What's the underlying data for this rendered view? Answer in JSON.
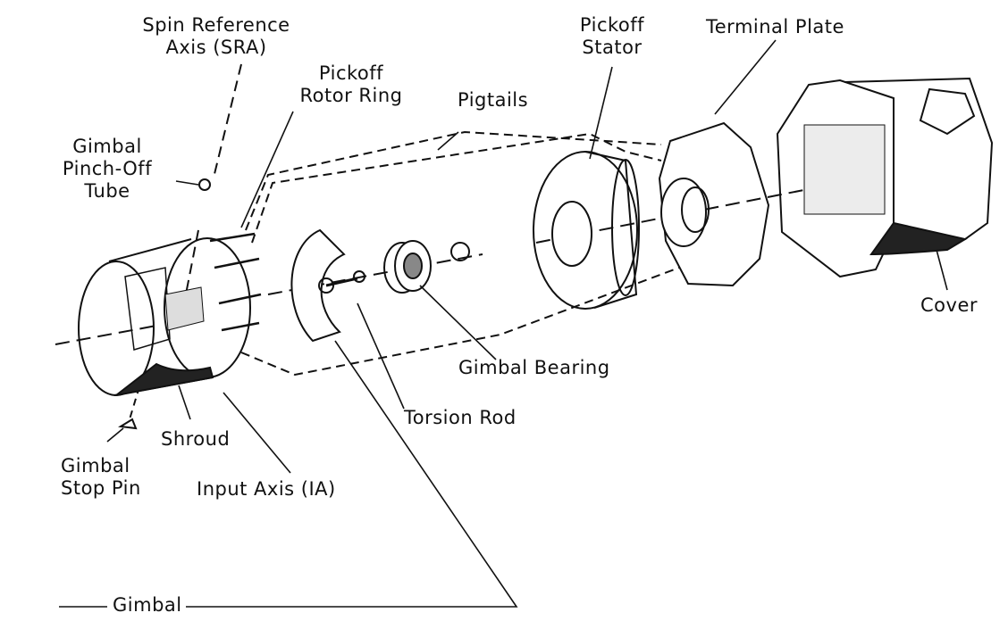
{
  "labels": {
    "spin_reference_axis": [
      "Spin Reference",
      "Axis (SRA)"
    ],
    "pickoff_rotor_ring": [
      "Pickoff",
      "Rotor Ring"
    ],
    "pigtails": "Pigtails",
    "pickoff_stator": [
      "Pickoff",
      "Stator"
    ],
    "terminal_plate": "Terminal Plate",
    "gimbal_pinch_off_tube": [
      "Gimbal",
      "Pinch-Off",
      "Tube"
    ],
    "cover": "Cover",
    "gimbal_bearing": "Gimbal Bearing",
    "torsion_rod": "Torsion Rod",
    "shroud": "Shroud",
    "gimbal_stop_pin": [
      "Gimbal",
      "Stop Pin"
    ],
    "input_axis": "Input Axis (IA)",
    "gimbal": "Gimbal"
  }
}
